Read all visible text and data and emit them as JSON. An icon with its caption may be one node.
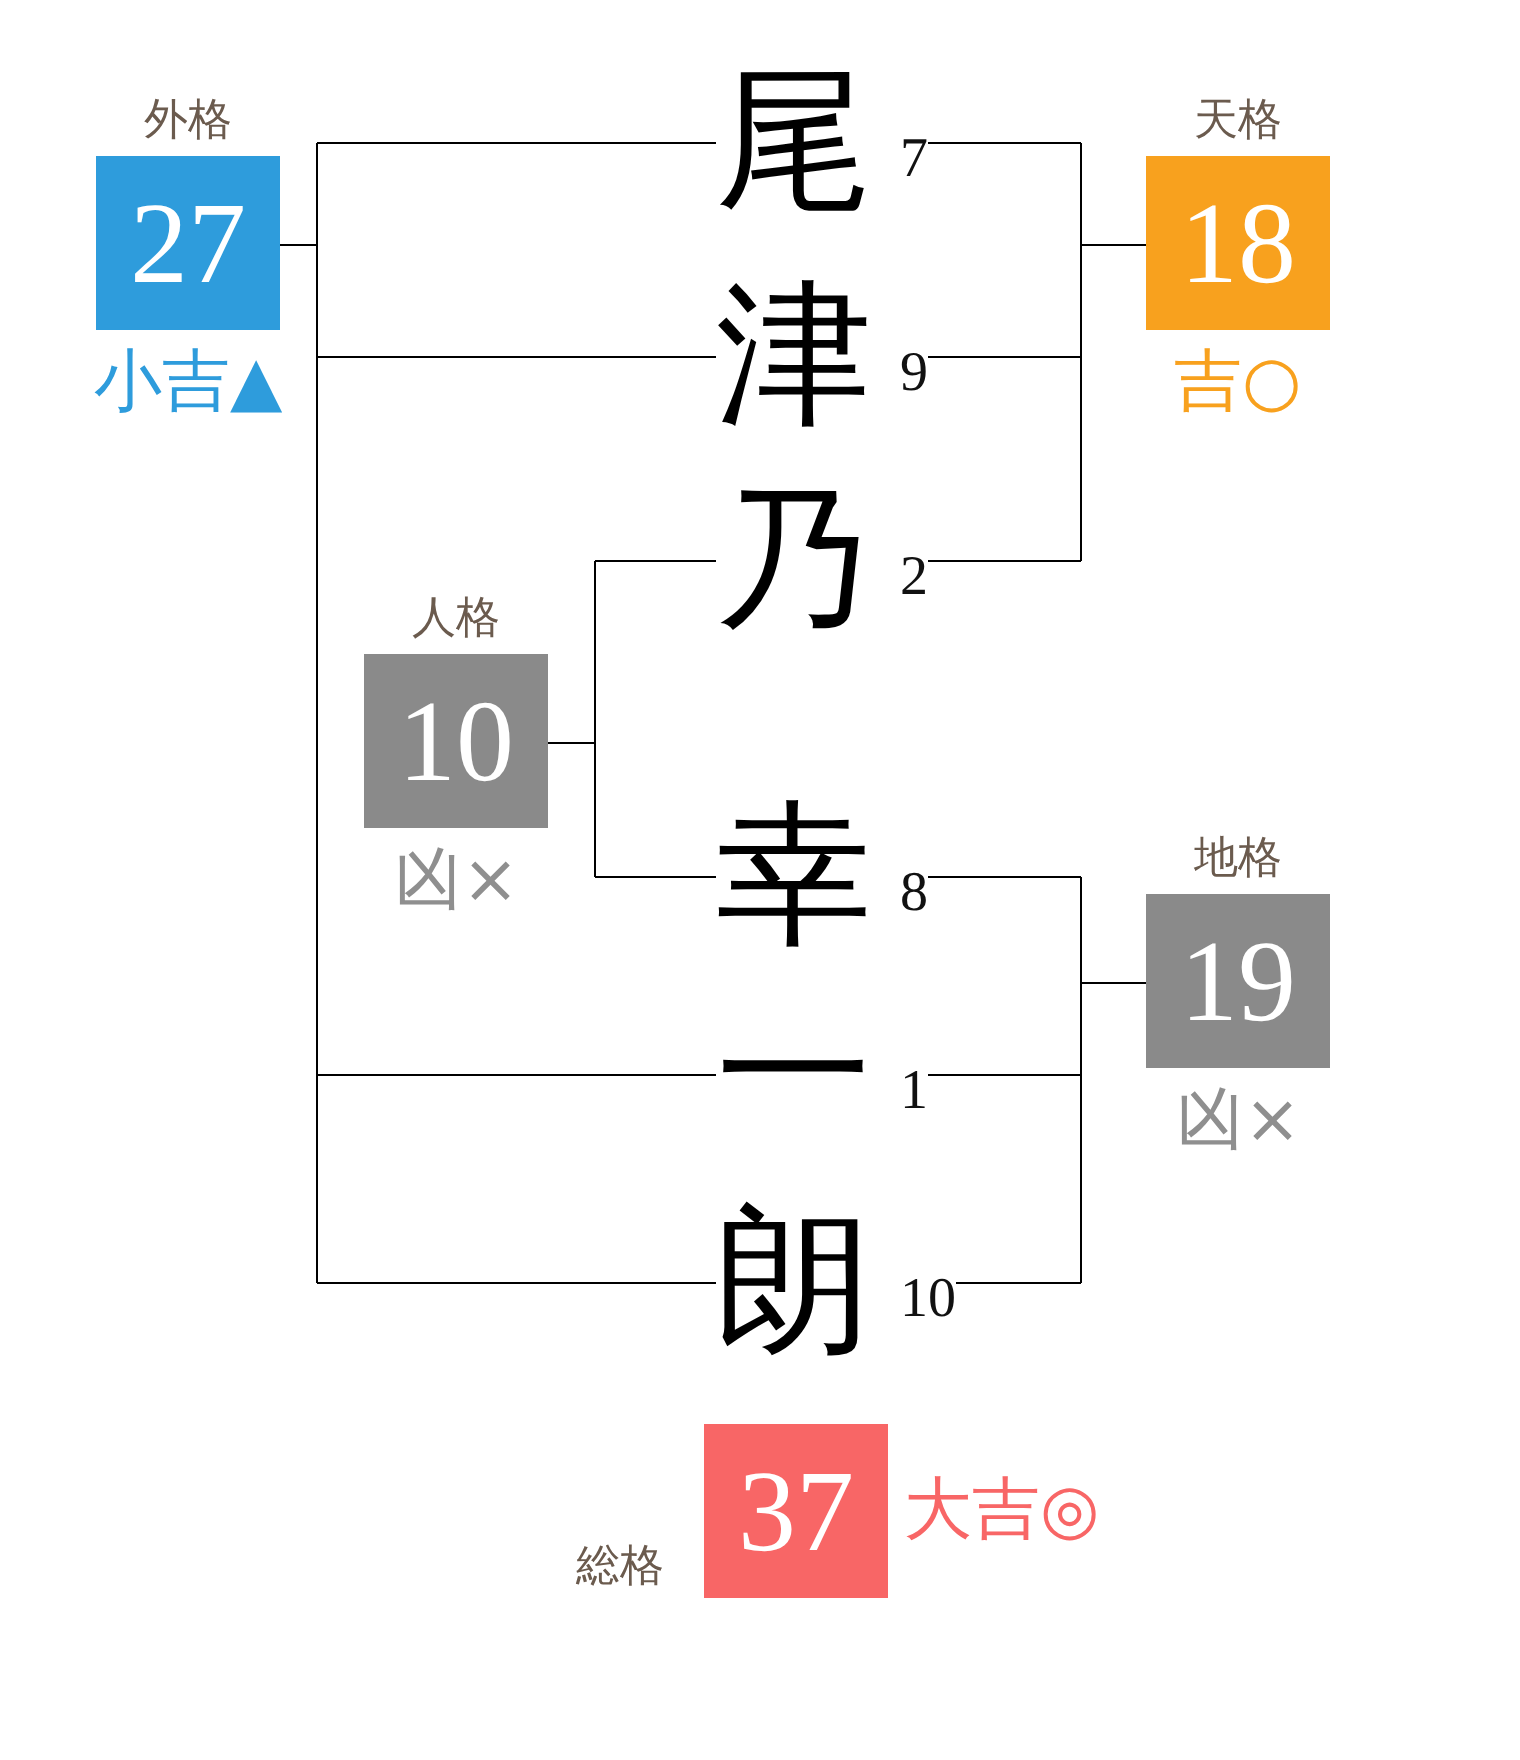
{
  "diagram": {
    "nodes": [
      {
        "text": [
          "外格",
          "27"
        ],
        "beside": [
          "小吉▲"
        ]
      },
      {
        "text": [
          "尾"
        ],
        "beside": [
          "7"
        ]
      },
      {
        "text": [
          "天格",
          "18"
        ],
        "beside": [
          "吉○"
        ]
      },
      {
        "text": [
          "津"
        ],
        "beside": [
          "9"
        ]
      },
      {
        "text": [
          "乃"
        ],
        "beside": [
          "2"
        ]
      },
      {
        "text": [
          "人格",
          "10"
        ],
        "beside": [
          "凶×"
        ]
      },
      {
        "text": [
          "幸"
        ],
        "beside": [
          "8"
        ]
      },
      {
        "text": [
          "地格",
          "19"
        ],
        "beside": [
          "凶×"
        ]
      },
      {
        "text": [
          "一"
        ],
        "beside": [
          "1"
        ]
      },
      {
        "text": [
          "朗"
        ],
        "beside": [
          "10"
        ]
      },
      {
        "text": [
          "総格",
          "37"
        ],
        "beside": [
          "大吉◎"
        ]
      }
    ],
    "edges": [
      {
        "from": 1,
        "to": 0,
        "arrow": "none"
      },
      {
        "from": 3,
        "to": 0,
        "arrow": "none"
      },
      {
        "from": 8,
        "to": 0,
        "arrow": "none"
      },
      {
        "from": 9,
        "to": 0,
        "arrow": "none"
      },
      {
        "from": 1,
        "to": 2,
        "arrow": "none"
      },
      {
        "from": 3,
        "to": 2,
        "arrow": "none"
      },
      {
        "from": 4,
        "to": 2,
        "arrow": "none"
      },
      {
        "from": 4,
        "to": 5,
        "arrow": "none"
      },
      {
        "from": 6,
        "to": 5,
        "arrow": "none"
      },
      {
        "from": 6,
        "to": 7,
        "arrow": "none"
      },
      {
        "from": 8,
        "to": 7,
        "arrow": "none"
      },
      {
        "from": 9,
        "to": 7,
        "arrow": "none"
      }
    ]
  }
}
